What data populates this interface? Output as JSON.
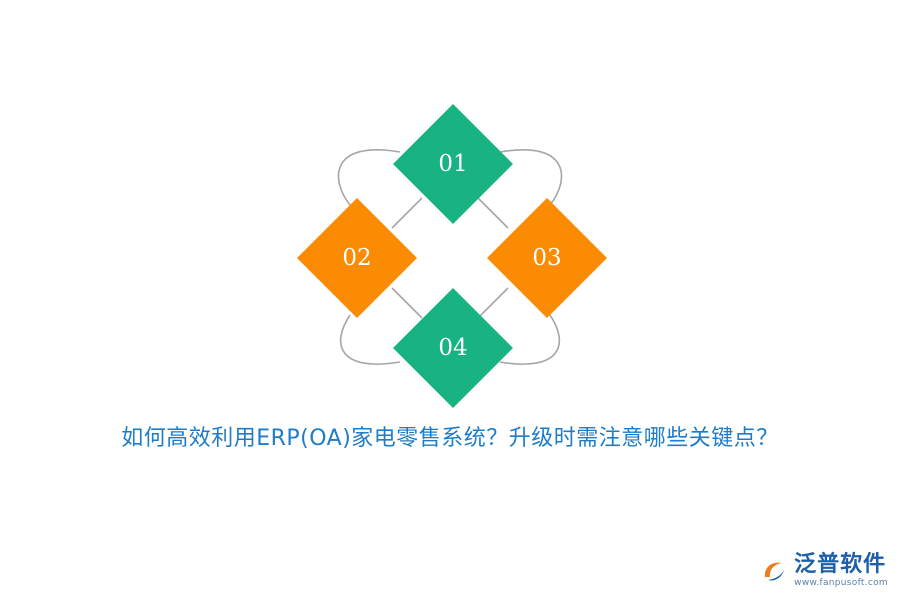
{
  "diagram": {
    "nodes": [
      {
        "id": "01",
        "label": "01",
        "position": "top",
        "color": "#19b382"
      },
      {
        "id": "02",
        "label": "02",
        "position": "left",
        "color": "#fb8b03"
      },
      {
        "id": "03",
        "label": "03",
        "position": "right",
        "color": "#fb8b03"
      },
      {
        "id": "04",
        "label": "04",
        "position": "bottom",
        "color": "#19b382"
      }
    ],
    "connector_color": "#a6a6a6"
  },
  "title": "如何高效利用ERP(OA)家电零售系统？升级时需注意哪些关键点？",
  "title_color": "#1e7cc8",
  "logo": {
    "name": "泛普软件",
    "url": "www.fanpusoft.com",
    "brand_color": "#1e5fa8",
    "mark_color": "#ee7c1e"
  }
}
